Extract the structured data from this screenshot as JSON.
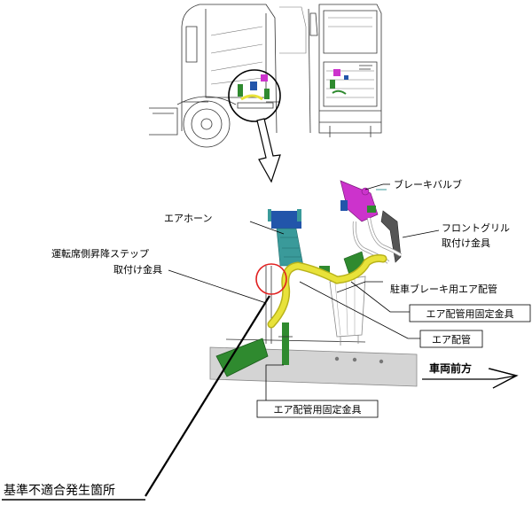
{
  "labels": {
    "brake_valve": "ブレーキバルブ",
    "air_horn": "エアホーン",
    "front_grill_bracket_1": "フロントグリル",
    "front_grill_bracket_2": "取付け金具",
    "step_bracket_1": "運転席側昇降ステップ",
    "step_bracket_2": "取付け金具",
    "parking_brake_pipe": "駐車ブレーキ用エア配管",
    "pipe_clamp_upper": "エア配管用固定金具",
    "air_pipe": "エア配管",
    "vehicle_front": "車両前方",
    "pipe_clamp_lower": "エア配管用固定金具",
    "defect_location": "基準不適合発生箇所"
  },
  "colors": {
    "air_pipe_yellow": "#e8e23a",
    "bracket_green": "#2f8a2f",
    "horn_teal": "#3a9a9a",
    "horn_blue": "#2255aa",
    "valve_magenta": "#cc33cc",
    "highlight_red": "#e02020",
    "frame_gray": "#d4d4d4"
  },
  "icons": {
    "direction_arrow": "forward-arrow-icon",
    "zoom_arrow": "hollow-down-arrow-icon"
  }
}
